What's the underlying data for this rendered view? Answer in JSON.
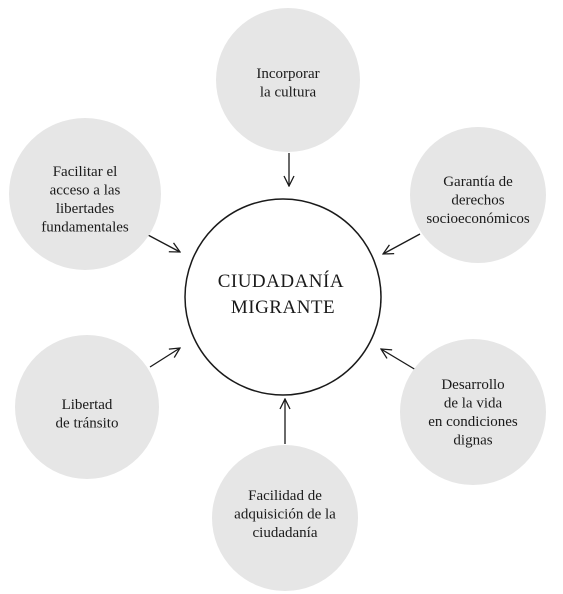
{
  "diagram": {
    "center": {
      "lines": [
        "CIUDADANÍA",
        "MIGRANTE"
      ]
    },
    "nodes": [
      {
        "id": "top",
        "lines": [
          "Incorporar",
          "la cultura"
        ]
      },
      {
        "id": "top-right",
        "lines": [
          "Garantía de",
          "derechos",
          "socioeconómicos"
        ]
      },
      {
        "id": "bottom-right",
        "lines": [
          "Desarrollo",
          "de la vida",
          "en condiciones",
          "dignas"
        ]
      },
      {
        "id": "bottom",
        "lines": [
          "Facilidad de",
          "adquisición de la",
          "ciudadanía"
        ]
      },
      {
        "id": "bottom-left",
        "lines": [
          "Libertad",
          "de tránsito"
        ]
      },
      {
        "id": "top-left",
        "lines": [
          "Facilitar el",
          "acceso a las",
          "libertades",
          "fundamentales"
        ]
      }
    ],
    "colors": {
      "satellite_fill": "#e6e6e6",
      "center_fill": "#ffffff",
      "stroke": "#1a1a1a"
    }
  }
}
